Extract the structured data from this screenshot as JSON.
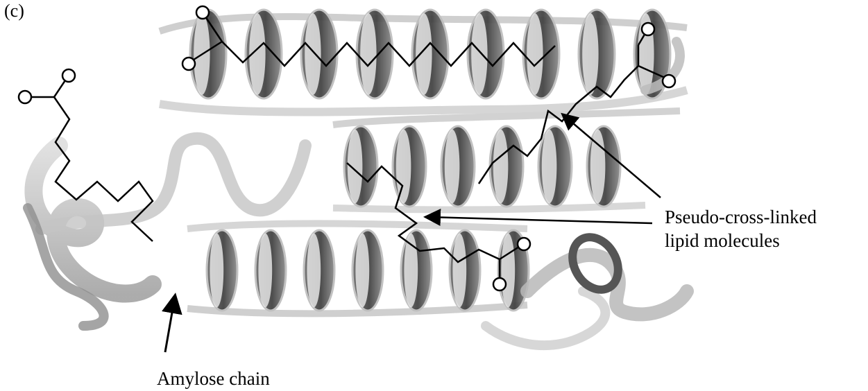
{
  "panel_label": "(c)",
  "labels": {
    "lipid_line1": "Pseudo-cross-linked",
    "lipid_line2": "lipid molecules",
    "amylose": "Amylose chain"
  }
}
